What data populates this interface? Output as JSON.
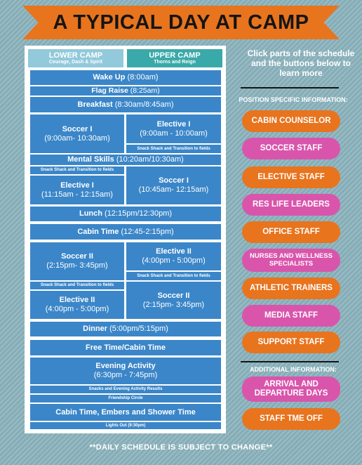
{
  "title": "A TYPICAL DAY AT CAMP",
  "tabs": [
    {
      "name": "LOWER CAMP",
      "subtitle": "Courage, Dash & Spirit"
    },
    {
      "name": "UPPER CAMP",
      "subtitle": "Thorns and Reign"
    }
  ],
  "schedule": {
    "wake_up": {
      "label": "Wake Up",
      "time": "(8:00am)"
    },
    "flag_raise": {
      "label": "Flag Raise",
      "time": "(8:25am)"
    },
    "breakfast": {
      "label": "Breakfast",
      "time": "(8:30am/8:45am)"
    },
    "lower_soccer_1": {
      "label": "Soccer I",
      "time": "(9:00am- 10:30am)"
    },
    "upper_elective_1": {
      "label": "Elective I",
      "time": "(9:00am - 10:00am)"
    },
    "upper_snack_1": "Snack Shack and Transition to fields",
    "mental_skills": {
      "label": "Mental Skills",
      "time": "(10:20am/10:30am)"
    },
    "lower_snack_1": "Snack Shack and Transition to fields",
    "lower_elective_1": {
      "label": "Elective I",
      "time": "(11:15am - 12:15am)"
    },
    "upper_soccer_1": {
      "label": "Soccer I",
      "time": "(10:45am- 12:15am)"
    },
    "lunch": {
      "label": "Lunch",
      "time": "(12:15pm/12:30pm)"
    },
    "cabin_time": {
      "label": "Cabin Time",
      "time": "(12:45-2:15pm)"
    },
    "lower_soccer_2": {
      "label": "Soccer II",
      "time": "(2:15pm- 3:45pm)"
    },
    "upper_elective_2": {
      "label": "Elective II",
      "time": "(4:00pm - 5:00pm)"
    },
    "upper_snack_2": "Snack Shack and Transition to fields",
    "lower_snack_2": "Snack Shack and Transition to fields",
    "lower_elective_2": {
      "label": "Elective II",
      "time": "(4:00pm - 5:00pm)"
    },
    "upper_soccer_2": {
      "label": "Soccer II",
      "time": "(2:15pm- 3:45pm)"
    },
    "dinner": {
      "label": "Dinner",
      "time": "(5:00pm/5:15pm)"
    },
    "free_time": {
      "label": "Free Time/Cabin Time"
    },
    "evening_activity": {
      "label": "Evening Activity",
      "time": "(6:30pm - 7:45pm)"
    },
    "snacks_results": "Snacks and Evening Activity Results",
    "friendship_circle": "Friendship Circle",
    "embers": {
      "label": "Cabin Time, Embers and Shower Time"
    },
    "lights_out": "Lights Out (9:30pm)"
  },
  "sidebar": {
    "intro": "Click parts of the schedule and the buttons below to learn more",
    "position_heading": "POSITION SPECIFIC INFORMATION:",
    "position_buttons": [
      "CABIN COUNSELOR",
      "SOCCER STAFF",
      "ELECTIVE STAFF",
      "RES LIFE LEADERS",
      "OFFICE STAFF",
      "NURSES AND WELLNESS SPECIALISTS",
      "ATHLETIC TRAINERS",
      "MEDIA STAFF",
      "SUPPORT STAFF"
    ],
    "additional_heading": "ADDITIONAL INFORMATION:",
    "additional_buttons": [
      "ARRIVAL AND DEPARTURE DAYS",
      "STAFF TME OFF"
    ]
  },
  "footer": "**DAILY SCHEDULE IS SUBJECT TO CHANGE**",
  "colors": {
    "orange": "#e8741e",
    "pink": "#d955ac",
    "block_blue": "#3b86c8",
    "lower_tab": "#92c9db",
    "upper_tab": "#3aa9a9"
  }
}
